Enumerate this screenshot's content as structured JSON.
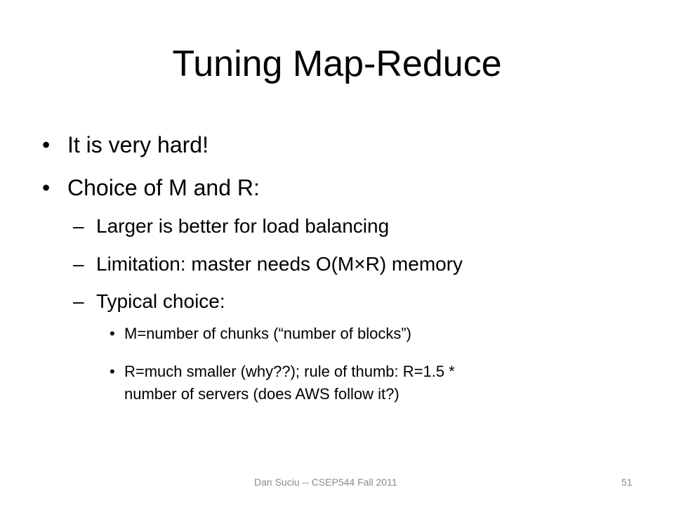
{
  "slide": {
    "title": "Tuning Map-Reduce",
    "bullets": [
      {
        "marker": "•",
        "text": "It is very hard!"
      },
      {
        "marker": "•",
        "text": "Choice of M and R:"
      }
    ],
    "sub_bullets": [
      {
        "marker": "–",
        "text": "Larger is better for load balancing"
      },
      {
        "marker": "–",
        "text": "Limitation: master needs O(M×R) memory"
      },
      {
        "marker": "–",
        "text": "Typical choice:"
      }
    ],
    "sub_sub_bullets": [
      {
        "marker": "•",
        "lines": [
          "M=number of chunks (“number of blocks”)"
        ]
      },
      {
        "marker": "•",
        "lines": [
          "R=much smaller (why??); rule of thumb: R=1.5 *",
          "number of servers (does AWS follow it?)"
        ]
      }
    ]
  },
  "footer": {
    "author_course": "Dan Suciu -- CSEP544 Fall 2011",
    "page_number": "51"
  }
}
